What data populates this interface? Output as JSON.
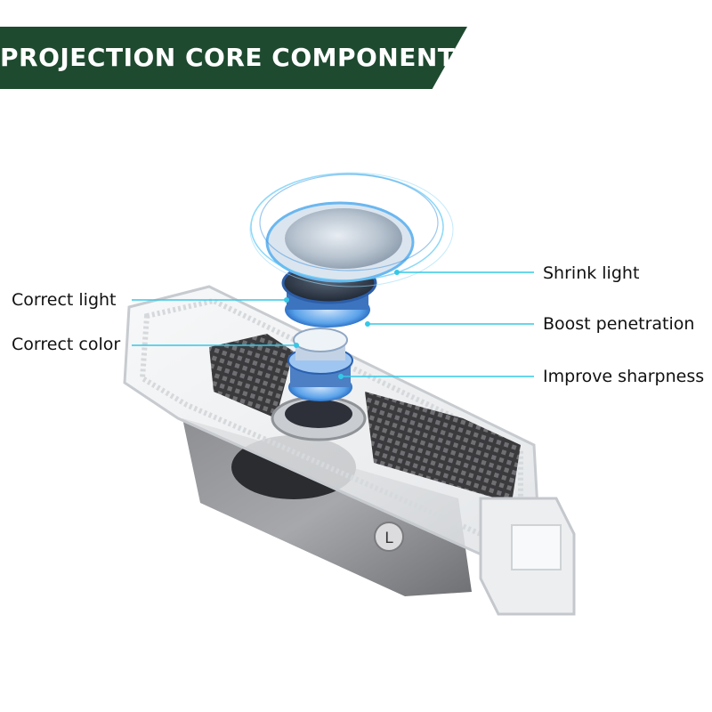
{
  "header": {
    "title": "PROJECTION CORE COMPONENTS"
  },
  "annotations": {
    "correct_light": "Correct light",
    "correct_color": "Correct color",
    "shrink_light": "Shrink light",
    "boost_penetration": "Boost penetration",
    "improve_sharpness": "Improve sharpness"
  },
  "device": {
    "side_marker": "L"
  },
  "colors": {
    "banner": "#1e4a2f",
    "leader_line": "#35c8e6",
    "lens_glow": "#3a8fe0"
  }
}
